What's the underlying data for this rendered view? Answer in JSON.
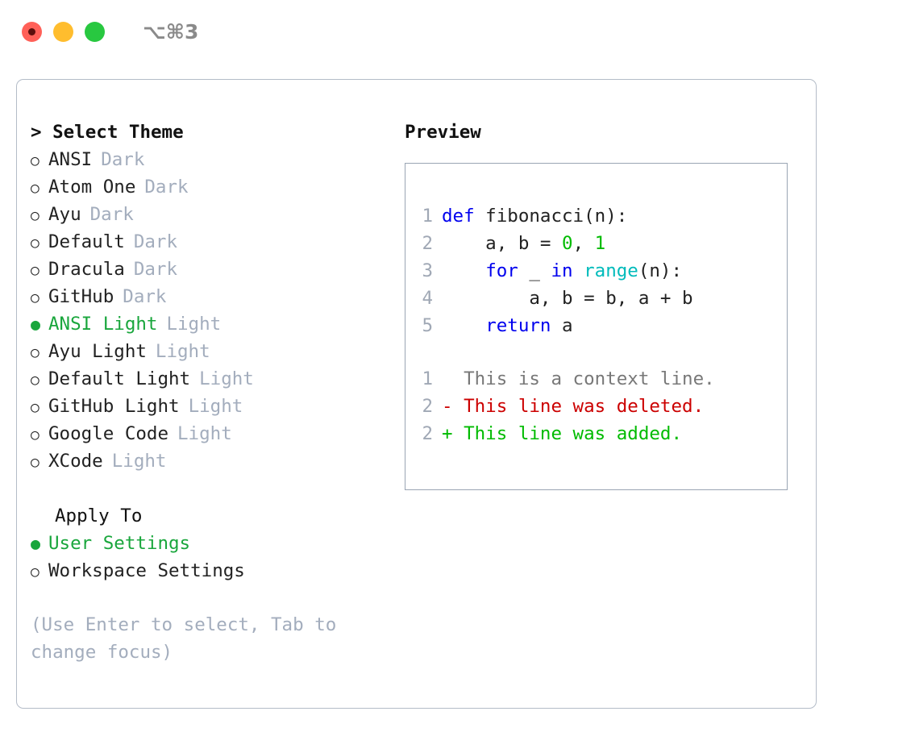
{
  "window": {
    "traffic_lights": [
      "close-button",
      "minimize-button",
      "maximize-button"
    ],
    "shortcut_label": "⌥⌘3"
  },
  "left_panel": {
    "heading": "> Select Theme",
    "themes": [
      {
        "bullet": "○",
        "name": "ANSI",
        "suffix": "Dark",
        "selected": false
      },
      {
        "bullet": "○",
        "name": "Atom One",
        "suffix": "Dark",
        "selected": false
      },
      {
        "bullet": "○",
        "name": "Ayu",
        "suffix": "Dark",
        "selected": false
      },
      {
        "bullet": "○",
        "name": "Default",
        "suffix": "Dark",
        "selected": false
      },
      {
        "bullet": "○",
        "name": "Dracula",
        "suffix": "Dark",
        "selected": false
      },
      {
        "bullet": "○",
        "name": "GitHub",
        "suffix": "Dark",
        "selected": false
      },
      {
        "bullet": "●",
        "name": "ANSI Light",
        "suffix": "Light",
        "selected": true
      },
      {
        "bullet": "○",
        "name": "Ayu Light",
        "suffix": "Light",
        "selected": false
      },
      {
        "bullet": "○",
        "name": "Default Light",
        "suffix": "Light",
        "selected": false
      },
      {
        "bullet": "○",
        "name": "GitHub Light",
        "suffix": "Light",
        "selected": false
      },
      {
        "bullet": "○",
        "name": "Google Code",
        "suffix": "Light",
        "selected": false
      },
      {
        "bullet": "○",
        "name": "XCode",
        "suffix": "Light",
        "selected": false
      }
    ],
    "apply_to": {
      "heading": "Apply To",
      "options": [
        {
          "bullet": "●",
          "name": "User Settings",
          "selected": true
        },
        {
          "bullet": "○",
          "name": "Workspace Settings",
          "selected": false
        }
      ]
    },
    "hint": "(Use Enter to select, Tab to change focus)"
  },
  "right_panel": {
    "heading": "Preview",
    "code_lines": [
      {
        "n": "1",
        "tokens": [
          {
            "t": "def",
            "c": "kw"
          },
          {
            "t": " fibonacci(n):",
            "c": "plain"
          }
        ]
      },
      {
        "n": "2",
        "tokens": [
          {
            "t": "    a, b = ",
            "c": "plain"
          },
          {
            "t": "0",
            "c": "num"
          },
          {
            "t": ", ",
            "c": "plain"
          },
          {
            "t": "1",
            "c": "num"
          }
        ]
      },
      {
        "n": "3",
        "tokens": [
          {
            "t": "    ",
            "c": "plain"
          },
          {
            "t": "for",
            "c": "kw"
          },
          {
            "t": " _ ",
            "c": "plain"
          },
          {
            "t": "in",
            "c": "kw"
          },
          {
            "t": " ",
            "c": "plain"
          },
          {
            "t": "range",
            "c": "fn"
          },
          {
            "t": "(n):",
            "c": "plain"
          }
        ]
      },
      {
        "n": "4",
        "tokens": [
          {
            "t": "        a, b = b, a + b",
            "c": "plain"
          }
        ]
      },
      {
        "n": "5",
        "tokens": [
          {
            "t": "    ",
            "c": "plain"
          },
          {
            "t": "return",
            "c": "kw"
          },
          {
            "t": " a",
            "c": "plain"
          }
        ]
      }
    ],
    "diff_lines": [
      {
        "n": "1",
        "marker": "  ",
        "text": "This is a context line.",
        "kind": "d-ctx"
      },
      {
        "n": "2",
        "marker": "- ",
        "text": "This line was deleted.",
        "kind": "d-del"
      },
      {
        "n": "2",
        "marker": "+ ",
        "text": "This line was added.",
        "kind": "d-add"
      }
    ]
  },
  "colors": {
    "accent_green": "#19a63c",
    "muted": "#a3adbd",
    "keyword_blue": "#0000ee",
    "function_cyan": "#00bbbb",
    "number_green": "#00bb00",
    "diff_removed": "#cc0000",
    "diff_added": "#00bb00",
    "panel_border": "#b4bcc8",
    "preview_border": "#9aa5b4"
  }
}
